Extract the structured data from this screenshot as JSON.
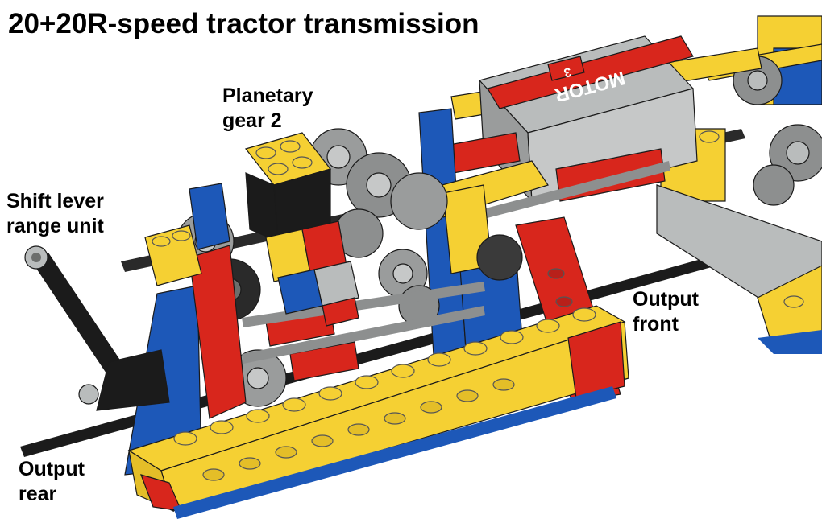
{
  "title": "20+20R-speed tractor transmission",
  "labels": {
    "planetary": [
      "Planetary",
      "gear 2"
    ],
    "shift_lever": [
      "Shift lever",
      "range unit"
    ],
    "output_front": [
      "Output",
      "front"
    ],
    "output_rear": [
      "Output",
      "rear"
    ]
  },
  "motor": {
    "text": "MOTOR",
    "number": "3"
  },
  "colors": {
    "yellow": "#f5d033",
    "red": "#d8261c",
    "blue": "#1d58b8",
    "light_gray": "#b9bcbc",
    "dark_gray": "#6c6e6c",
    "black": "#1b1b1b"
  }
}
